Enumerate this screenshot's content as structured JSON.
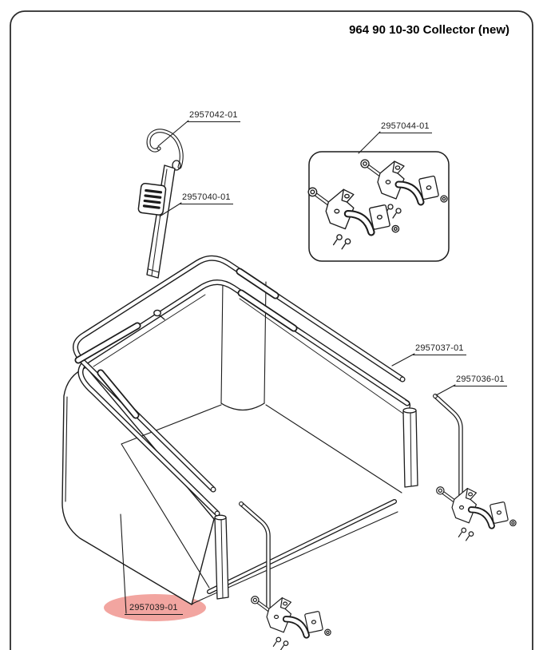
{
  "page": {
    "title": "964 90 10-30 Collector (new)"
  },
  "diagram": {
    "labels": [
      {
        "part": "2957042-01",
        "target": "hook"
      },
      {
        "part": "2957040-01",
        "target": "strap"
      },
      {
        "part": "2957044-01",
        "target": "bracket-kit"
      },
      {
        "part": "2957037-01",
        "target": "upper-frame-tube"
      },
      {
        "part": "2957036-01",
        "target": "support-rod"
      },
      {
        "part": "2957039-01",
        "target": "collector-bag",
        "highlighted": true
      }
    ],
    "colors": {
      "line": "#1C1C1C",
      "highlight": "#F2A5A0",
      "border": "#2B2B2B"
    }
  }
}
